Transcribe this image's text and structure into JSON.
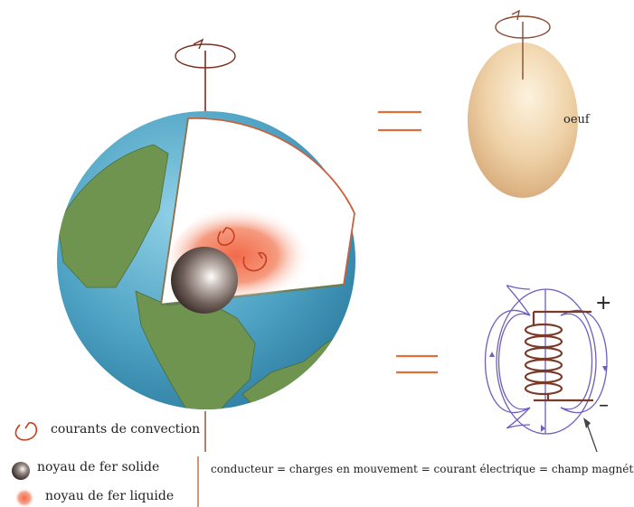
{
  "labels": {
    "egg": "oeuf",
    "plus": "+",
    "minus": "–"
  },
  "legend": {
    "convection": "courants de convection",
    "solid_core": "noyau de fer solide",
    "liquid_core": "noyau de fer liquide"
  },
  "equation": "conducteur = charges en mouvement = courant électrique = champ magnétique",
  "colors": {
    "ocean": "#56a8c7",
    "land": "#6f9450",
    "egg": "#eed0a6",
    "liquid_core": "#f48a6a",
    "solid_core": "#6a5a56",
    "coil": "#7a3a28",
    "field_lines": "#6c5fbd",
    "accent": "#e0703a"
  }
}
